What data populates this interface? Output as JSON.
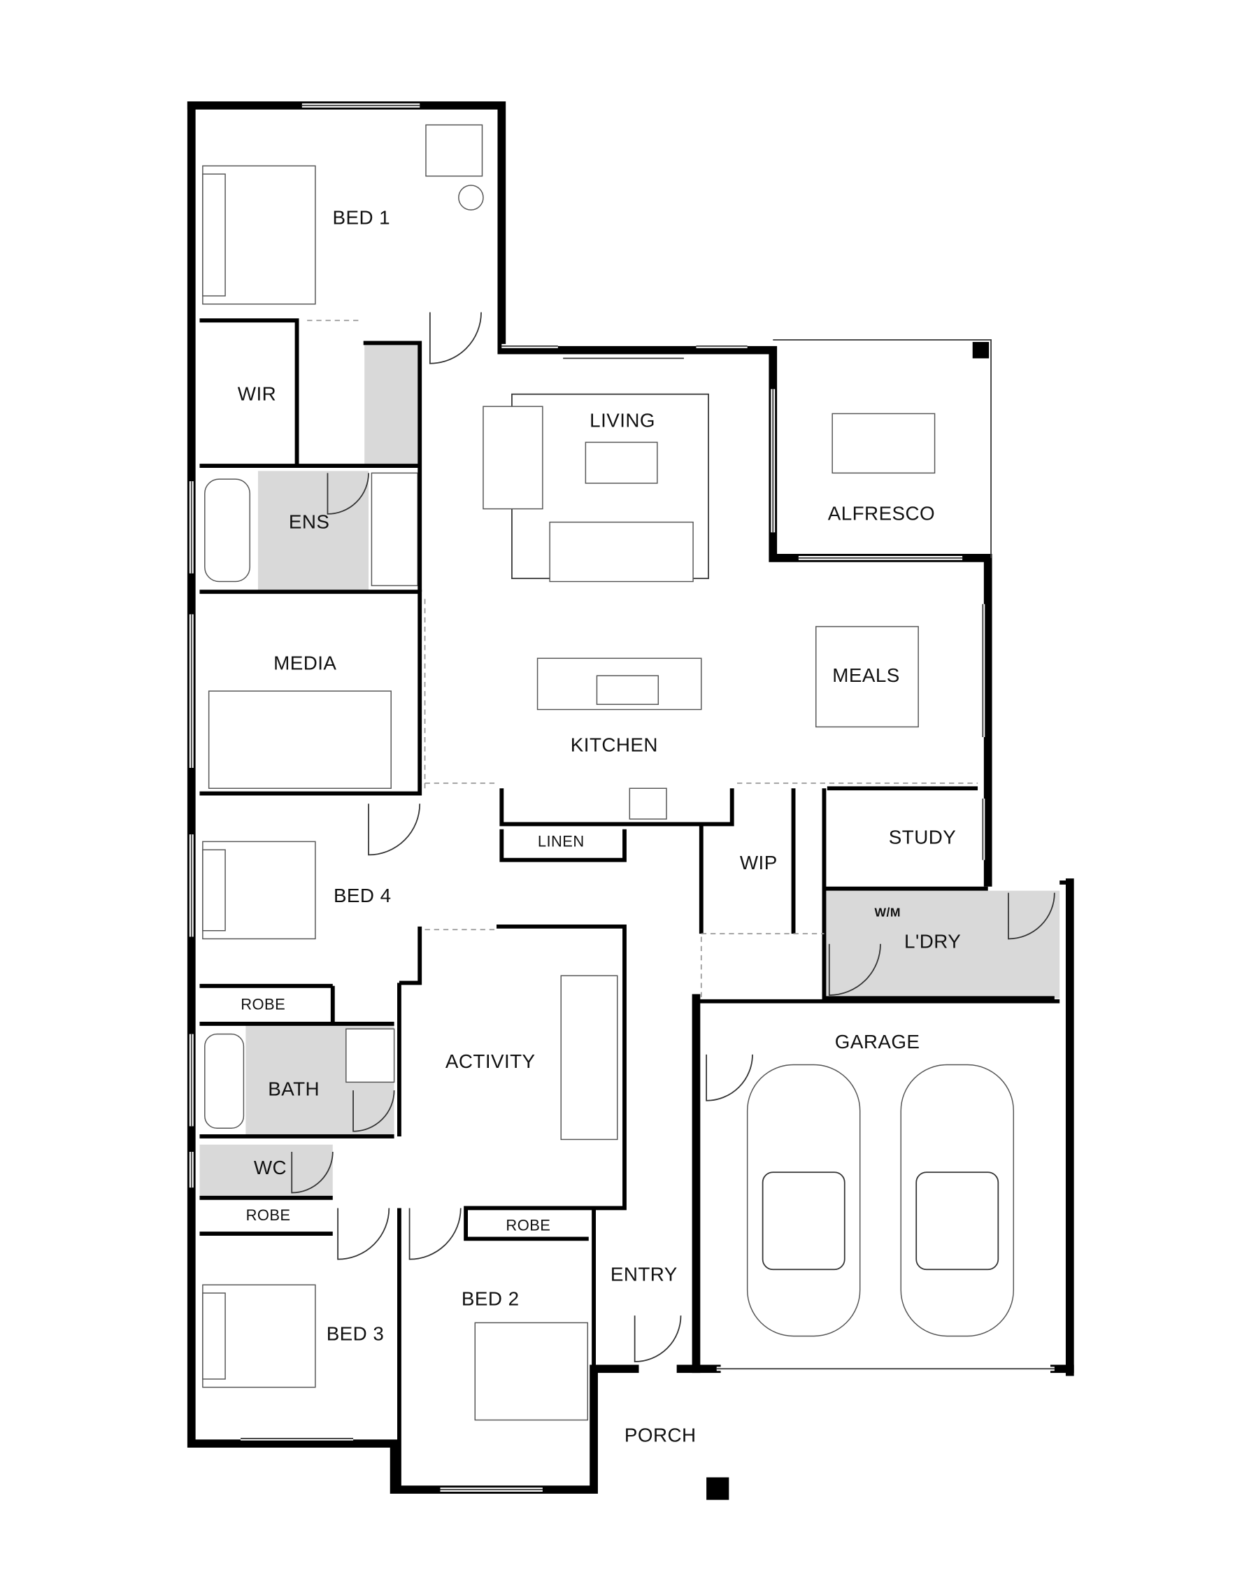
{
  "plan": {
    "rooms": {
      "bed1": "BED 1",
      "wir": "WIR",
      "ens": "ENS",
      "living": "LIVING",
      "alfresco": "ALFRESCO",
      "media": "MEDIA",
      "meals": "MEALS",
      "kitchen": "KITCHEN",
      "linen": "LINEN",
      "wip": "WIP",
      "study": "STUDY",
      "wm": "W/M",
      "laundry": "L'DRY",
      "bed4": "BED 4",
      "robe_bed4": "ROBE",
      "activity": "ACTIVITY",
      "garage": "GARAGE",
      "bath": "BATH",
      "wc": "WC",
      "robe_bed3": "ROBE",
      "robe_bed2": "ROBE",
      "entry": "ENTRY",
      "bed2": "BED 2",
      "bed3": "BED 3",
      "porch": "PORCH"
    },
    "colors": {
      "wall": "#000000",
      "wet_area": "#d9d9d9",
      "background": "#ffffff"
    }
  }
}
